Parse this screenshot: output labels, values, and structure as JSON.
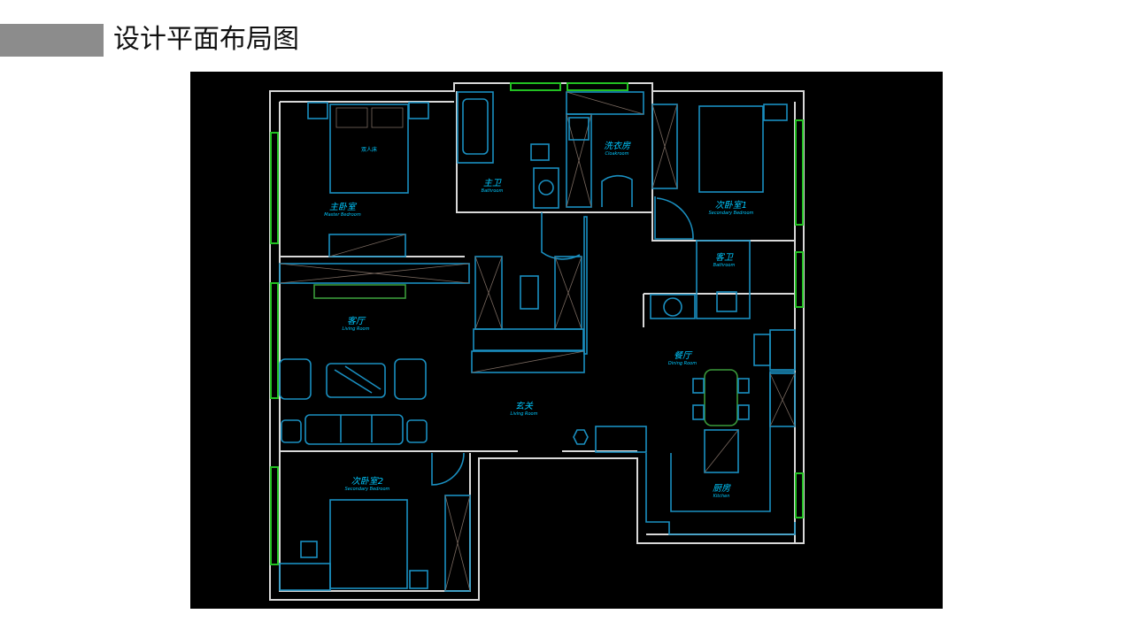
{
  "slide": {
    "title": "设计平面布局图"
  },
  "plan": {
    "rooms": [
      {
        "id": "master-bedroom",
        "cn": "主卧室",
        "en": "Master Bedroom"
      },
      {
        "id": "master-bath",
        "cn": "主卫",
        "en": "Bathroom"
      },
      {
        "id": "laundry",
        "cn": "洗衣房",
        "en": "Cloakroom"
      },
      {
        "id": "second-bedroom-1",
        "cn": "次卧室1",
        "en": "Secondary Bedroom"
      },
      {
        "id": "guest-bath",
        "cn": "客卫",
        "en": "Bathroom"
      },
      {
        "id": "living-room",
        "cn": "客厅",
        "en": "Living Room"
      },
      {
        "id": "foyer",
        "cn": "玄关",
        "en": "Living Room"
      },
      {
        "id": "second-bedroom-2",
        "cn": "次卧室2",
        "en": "Secondary Bedroom"
      },
      {
        "id": "dining-room",
        "cn": "餐厅",
        "en": "Dining Room"
      },
      {
        "id": "kitchen",
        "cn": "厨房",
        "en": "Kitchen"
      }
    ],
    "bed_label": "双人床",
    "colors": {
      "background": "#000000",
      "wall": "#d8d8d8",
      "furniture": "#1a8fc0",
      "window": "#22c022",
      "label": "#00c8ff"
    }
  }
}
